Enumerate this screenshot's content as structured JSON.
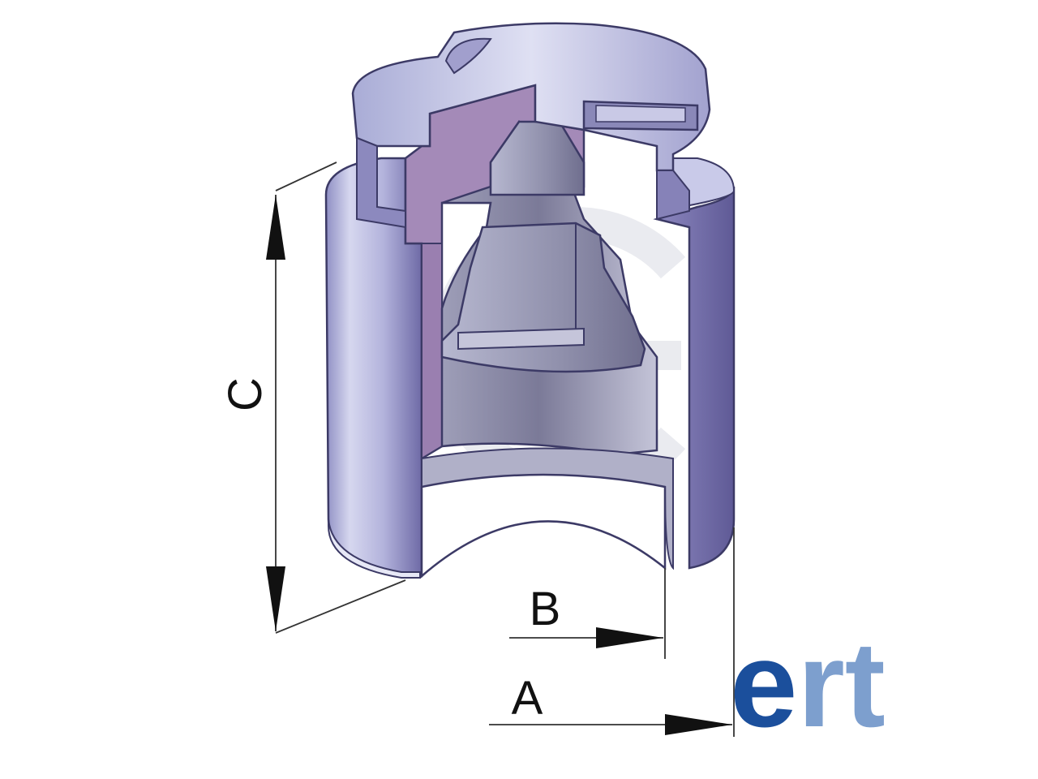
{
  "dimensions": {
    "a_label": "A",
    "b_label": "B",
    "c_label": "C"
  },
  "logo": {
    "part1": "e",
    "part2": "rt",
    "color_dark": "#1b4f9c",
    "color_light": "#7d9fce"
  },
  "colors": {
    "body": "#b9bbe0",
    "body_shadow": "#6d6aa3",
    "section_cut": "#a48ab8",
    "inner": "#8b8aa8",
    "watermark": "#d9dbe3"
  }
}
